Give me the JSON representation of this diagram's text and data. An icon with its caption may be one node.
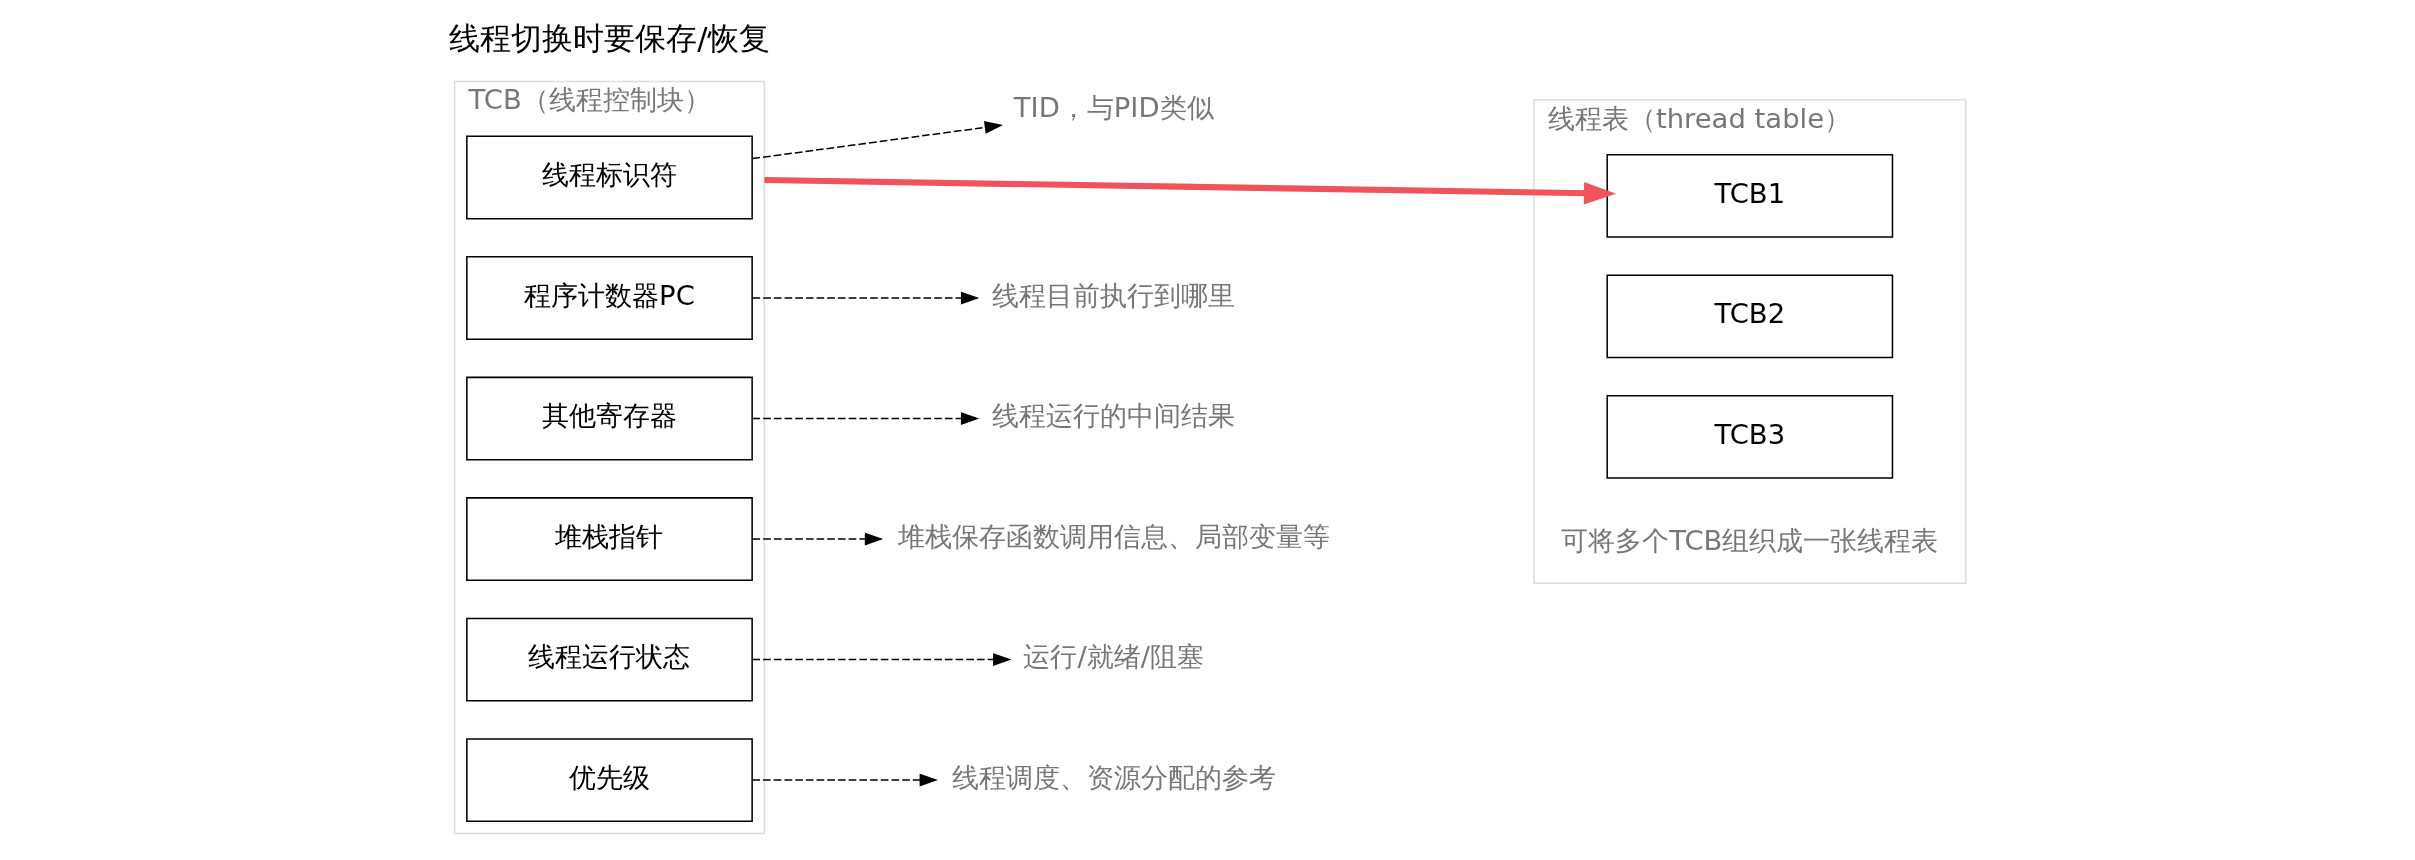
{
  "diagram": {
    "nodes": [
      {
        "text": [
          "TCB（线程控制块）"
        ]
      },
      {
        "text": [
          "线程标识符"
        ],
        "in": 0
      },
      {
        "text": [
          "程序计数器PC"
        ],
        "in": 0
      },
      {
        "text": [
          "其他寄存器"
        ],
        "in": 0
      },
      {
        "text": [
          "堆栈指针"
        ],
        "in": 0
      },
      {
        "text": [
          "线程运行状态"
        ],
        "in": 0
      },
      {
        "text": [
          "优先级"
        ],
        "in": 0
      },
      {
        "text": [
          "TID，与PID类似"
        ]
      },
      {
        "text": [
          "线程目前执行到哪里"
        ]
      },
      {
        "text": [
          "线程运行的中间结果"
        ]
      },
      {
        "text": [
          "堆栈保存函数调用信息、局部变量等"
        ]
      },
      {
        "text": [
          "运行/就绪/阻塞"
        ]
      },
      {
        "text": [
          "线程调度、资源分配的参考"
        ]
      },
      {
        "text": [
          "线程表（thread table）"
        ],
        "beside": [
          "可将多个TCB组织成一张线程表"
        ]
      },
      {
        "text": [
          "TCB1"
        ],
        "in": 13
      },
      {
        "text": [
          "TCB2"
        ],
        "in": 13
      },
      {
        "text": [
          "TCB3"
        ],
        "in": 13
      }
    ],
    "edges": [
      {
        "from": 1,
        "to": 7,
        "arrow": "to",
        "style": "dashed"
      },
      {
        "from": 2,
        "to": 8,
        "arrow": "to",
        "style": "dashed"
      },
      {
        "from": 3,
        "to": 9,
        "arrow": "to",
        "style": "dashed"
      },
      {
        "from": 4,
        "to": 10,
        "arrow": "to",
        "style": "dashed"
      },
      {
        "from": 5,
        "to": 11,
        "arrow": "to",
        "style": "dashed"
      },
      {
        "from": 6,
        "to": 12,
        "arrow": "to",
        "style": "dashed"
      },
      {
        "from": 0,
        "to": 14,
        "arrow": "to",
        "style": "thick",
        "color": "#f0545a"
      }
    ],
    "labels": [
      "线程切换时要保存/恢复"
    ]
  }
}
